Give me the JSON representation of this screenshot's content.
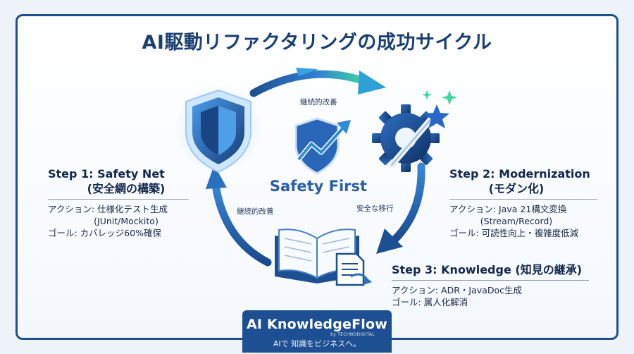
{
  "title": "AI駆動リファクタリングの成功サイクル",
  "center": {
    "label": "Safety First"
  },
  "cycle_labels": {
    "top": "継続的改善",
    "left": "継続的改善",
    "right": "安全な移行"
  },
  "steps": [
    {
      "title_line1": "Step 1: Safety Net",
      "title_line2": "(安全網の構築)",
      "action_line1": "アクション: 仕様化テスト生成",
      "action_line2": "(JUnit/Mockito)",
      "goal": "ゴール: カバレッジ60%確保",
      "icon": "shield-icon"
    },
    {
      "title_line1": "Step 2: Modernization",
      "title_line2": "(モダン化)",
      "action_line1": "アクション: Java 21構文変換",
      "action_line2": "(Stream/Record)",
      "goal": "ゴール: 可読性向上・複雑度低減",
      "icon": "gear-wand-icon"
    },
    {
      "title_line1": "Step 3: Knowledge (知見の継承)",
      "action_line1": "アクション: ADR・JavaDoc生成",
      "goal": "ゴール: 属人化解消",
      "icon": "book-icon"
    }
  ],
  "footer": {
    "brand": "AI KnowledgeFlow",
    "by": "by TECHNODIGITAL",
    "tagline": "AIで 知識をビジネスへ。"
  },
  "colors": {
    "primary": "#1e4f92",
    "title": "#1c3f73",
    "accent_green": "#3fd9a0",
    "center_text": "#2a5fa8"
  }
}
